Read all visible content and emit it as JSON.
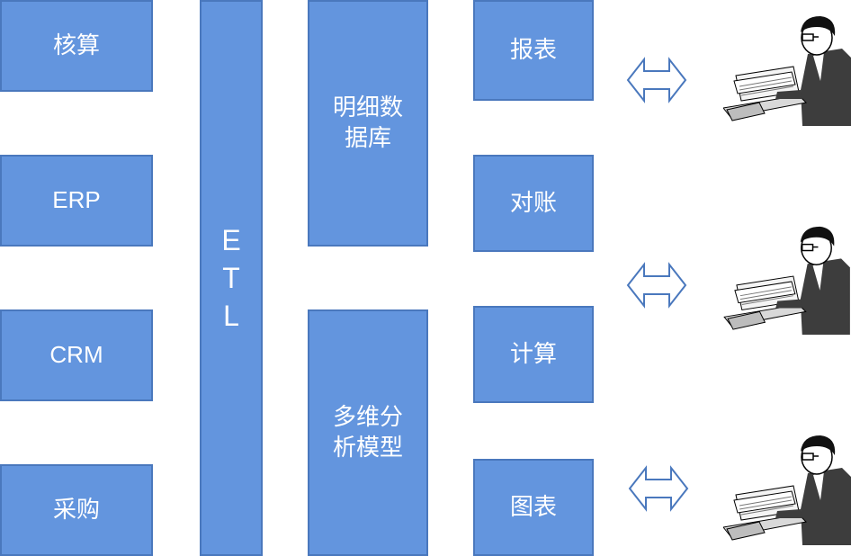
{
  "sources": [
    {
      "label": "核算"
    },
    {
      "label": "ERP"
    },
    {
      "label": "CRM"
    },
    {
      "label": "采购"
    }
  ],
  "etl": {
    "label": "E\nT\nL"
  },
  "storage": [
    {
      "label": "明细数\n据库"
    },
    {
      "label": "多维分\n析模型"
    }
  ],
  "functions": [
    {
      "label": "报表"
    },
    {
      "label": "对账"
    },
    {
      "label": "计算"
    },
    {
      "label": "图表"
    }
  ],
  "colors": {
    "box_fill": "#6395de",
    "box_border": "#4a78bd",
    "arrow_stroke": "#4a78bd"
  },
  "icons": {
    "arrow": "double-arrow-icon",
    "user": "person-at-desk-icon"
  }
}
